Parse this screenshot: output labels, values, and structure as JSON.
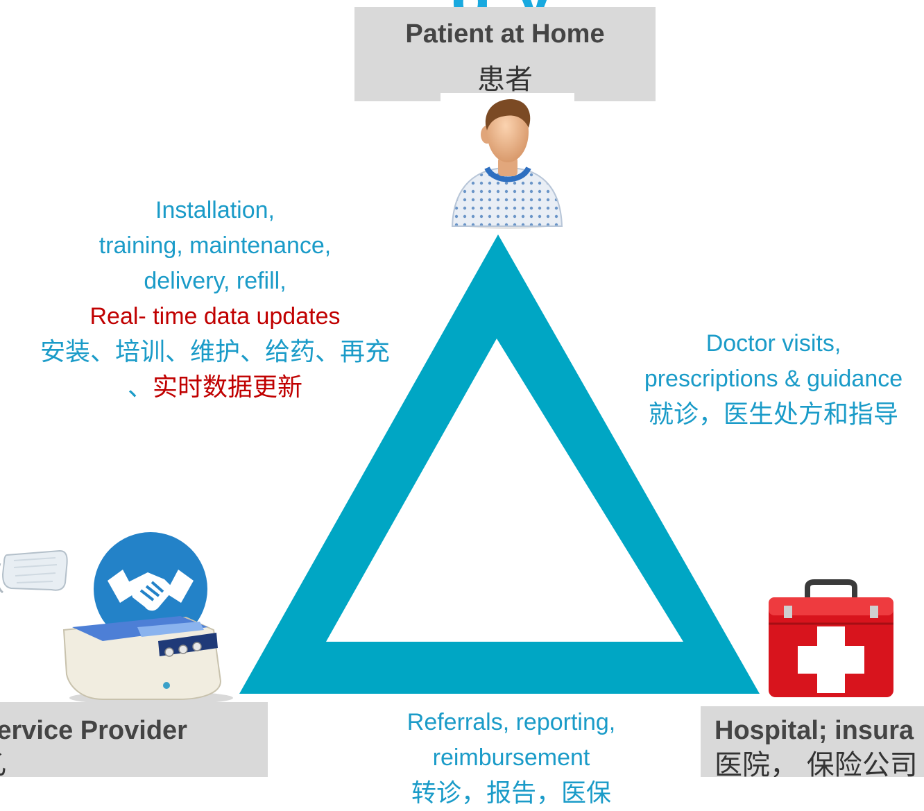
{
  "title_fragment": "g      y",
  "nodes": {
    "patient": {
      "en": "Patient at Home",
      "zh": "患者"
    },
    "provider": {
      "en": "Service Provider",
      "zh": "乙"
    },
    "hospital": {
      "en": "Hospital; insura",
      "zh": "医院， 保险公司"
    }
  },
  "edges": {
    "patient_provider": {
      "line1": "Installation,",
      "line2": "training, maintenance,",
      "line3": "delivery, refill,",
      "line4_red": "Real- time data updates",
      "zh1": "安装、培训、维护、给药、再充",
      "zh2_sep": "、",
      "zh2_red": "实时数据更新"
    },
    "patient_hospital": {
      "line1": "Doctor visits,",
      "line2": "prescriptions & guidance",
      "zh": "就诊，医生处方和指导"
    },
    "provider_hospital": {
      "line1": "Referrals, reporting,",
      "line2": "reimbursement",
      "zh": "转诊，报告，医保"
    }
  },
  "colors": {
    "triangle": "#00a6c4",
    "label_blue": "#1a9bc8",
    "label_red": "#c00000",
    "node_box": "#d9d9d9",
    "title": "#19a9df"
  },
  "icons": {
    "patient": "patient-avatar-icon",
    "provider": "handshake-icon",
    "device": "medical-device-icon",
    "bag": "fluid-bag-icon",
    "hospital": "first-aid-kit-icon"
  }
}
